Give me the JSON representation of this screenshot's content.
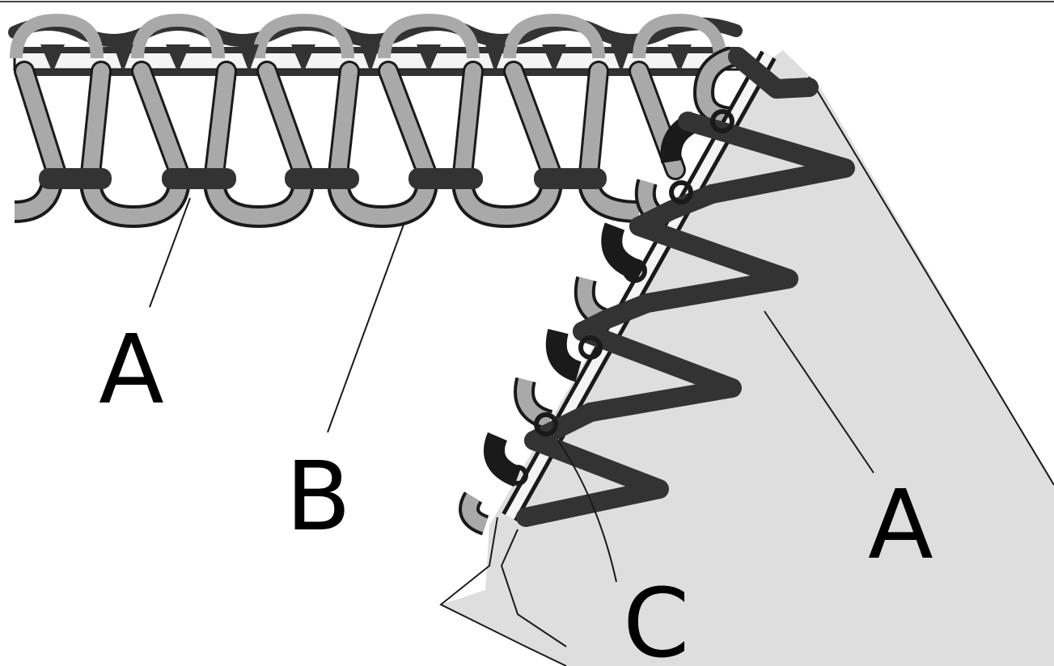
{
  "diagram": {
    "labels": {
      "a_flat": "A",
      "b": "B",
      "a_diagonal": "A",
      "c": "C"
    },
    "colors": {
      "background": "#ffffff",
      "fabric": "#dedede",
      "looper_thread": "#a9a9a9",
      "needle_thread": "#333333",
      "edge_strip": "#f4f4f4",
      "outline": "#1a1a1a"
    }
  }
}
